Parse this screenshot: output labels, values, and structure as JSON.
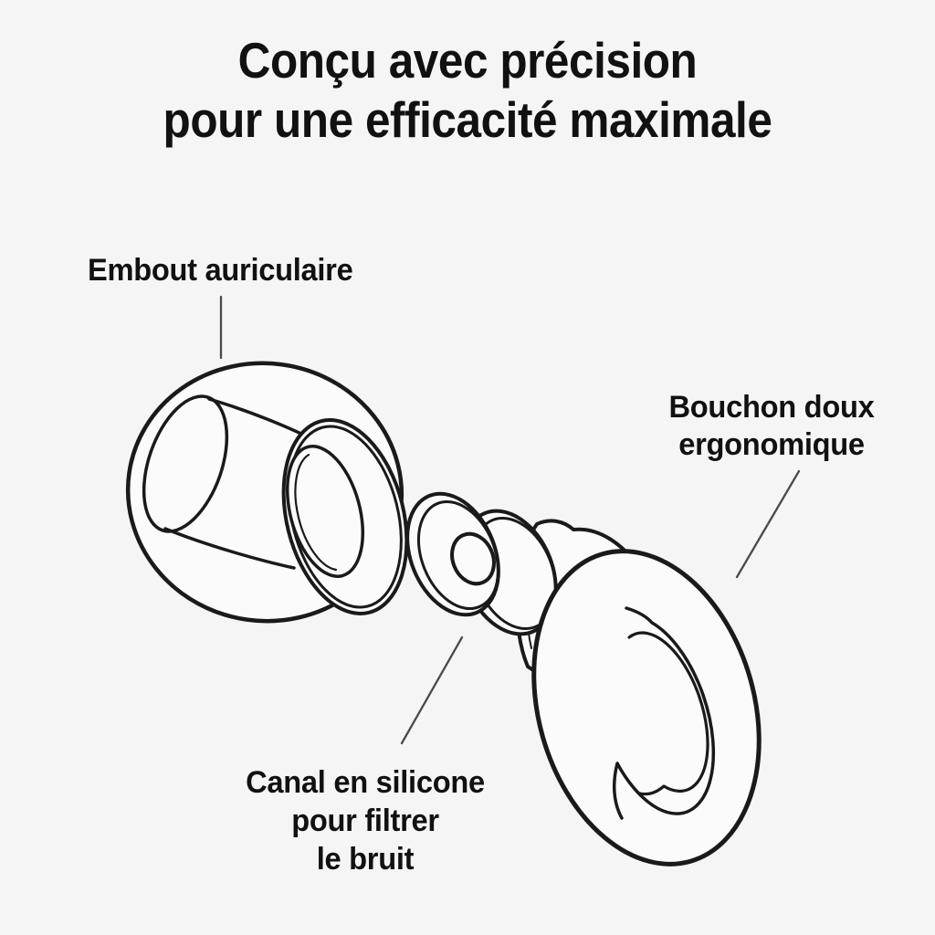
{
  "page": {
    "background_color": "#f5f5f5",
    "ink_color": "#1a1a1a",
    "text_color": "#111111",
    "leader_line_color": "#4a4a4a",
    "shape_fill_color": "#fbfbfb"
  },
  "title": {
    "line1": "Conçu avec précision",
    "line2": "pour une efficacité maximale"
  },
  "labels": {
    "ear_tip": {
      "text": "Embout auriculaire"
    },
    "soft_plug": {
      "line1": "Bouchon doux",
      "line2": "ergonomique"
    },
    "silicone_canal": {
      "line1": "Canal en silicone",
      "line2": "pour filtrer",
      "line3": "le bruit"
    }
  }
}
